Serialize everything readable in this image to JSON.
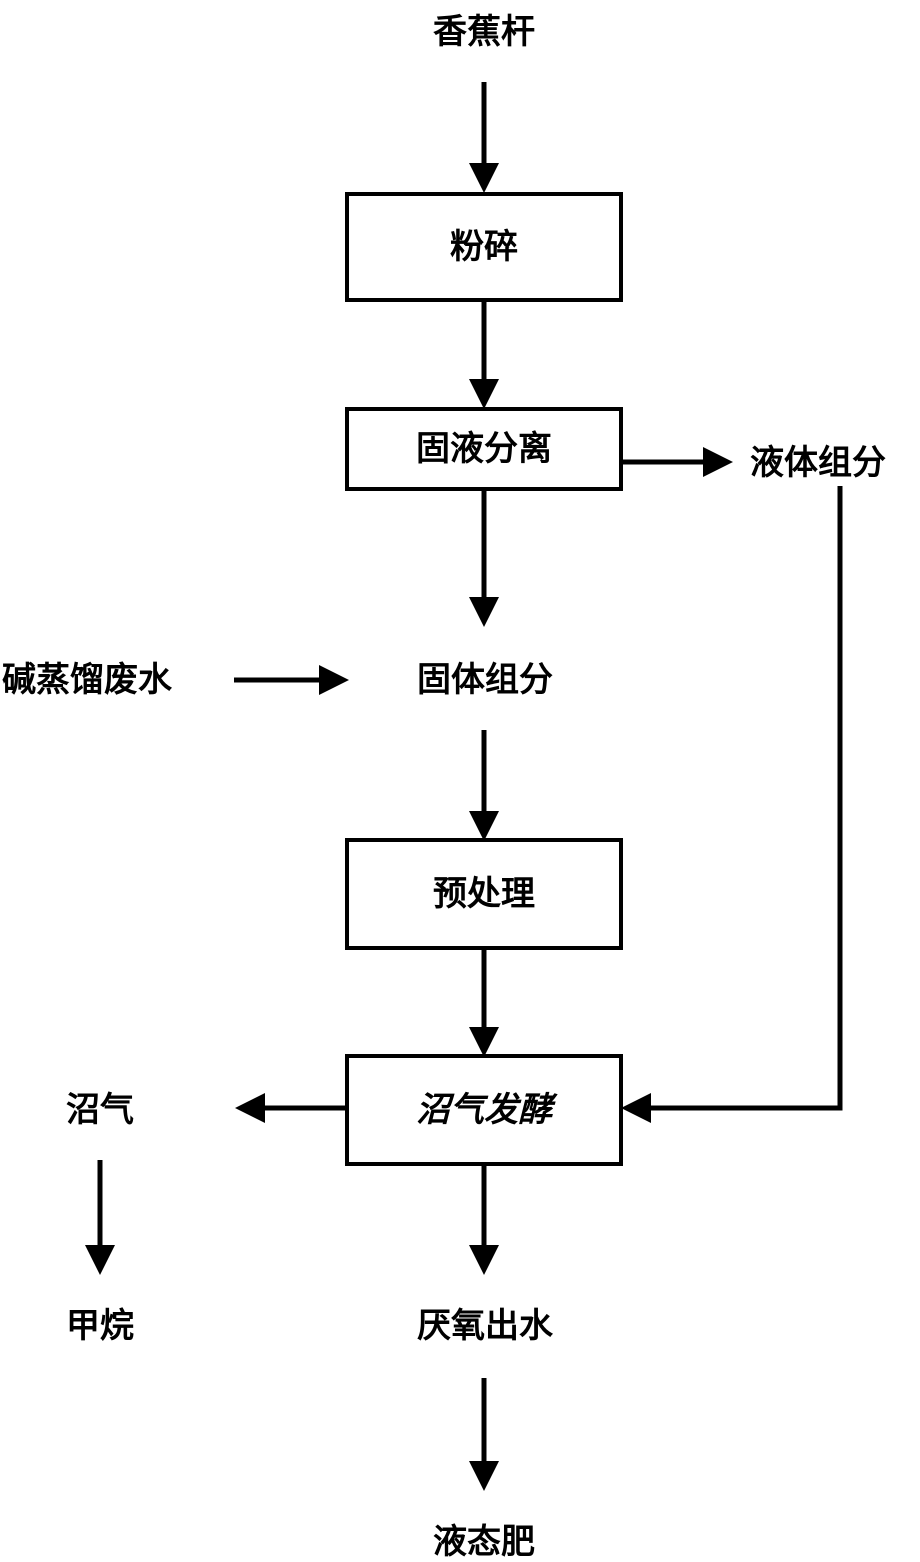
{
  "diagram": {
    "nodes": {
      "banana_stalk": "香蕉杆",
      "crushing": "粉碎",
      "solid_liquid_separation": "固液分离",
      "liquid_component": "液体组分",
      "alkali_wastewater": "碱蒸馏废水",
      "solid_component": "固体组分",
      "pretreatment": "预处理",
      "biogas_fermentation": "沼气发酵",
      "biogas": "沼气",
      "methane": "甲烷",
      "anaerobic_effluent": "厌氧出水",
      "liquid_fertilizer": "液态肥"
    }
  }
}
